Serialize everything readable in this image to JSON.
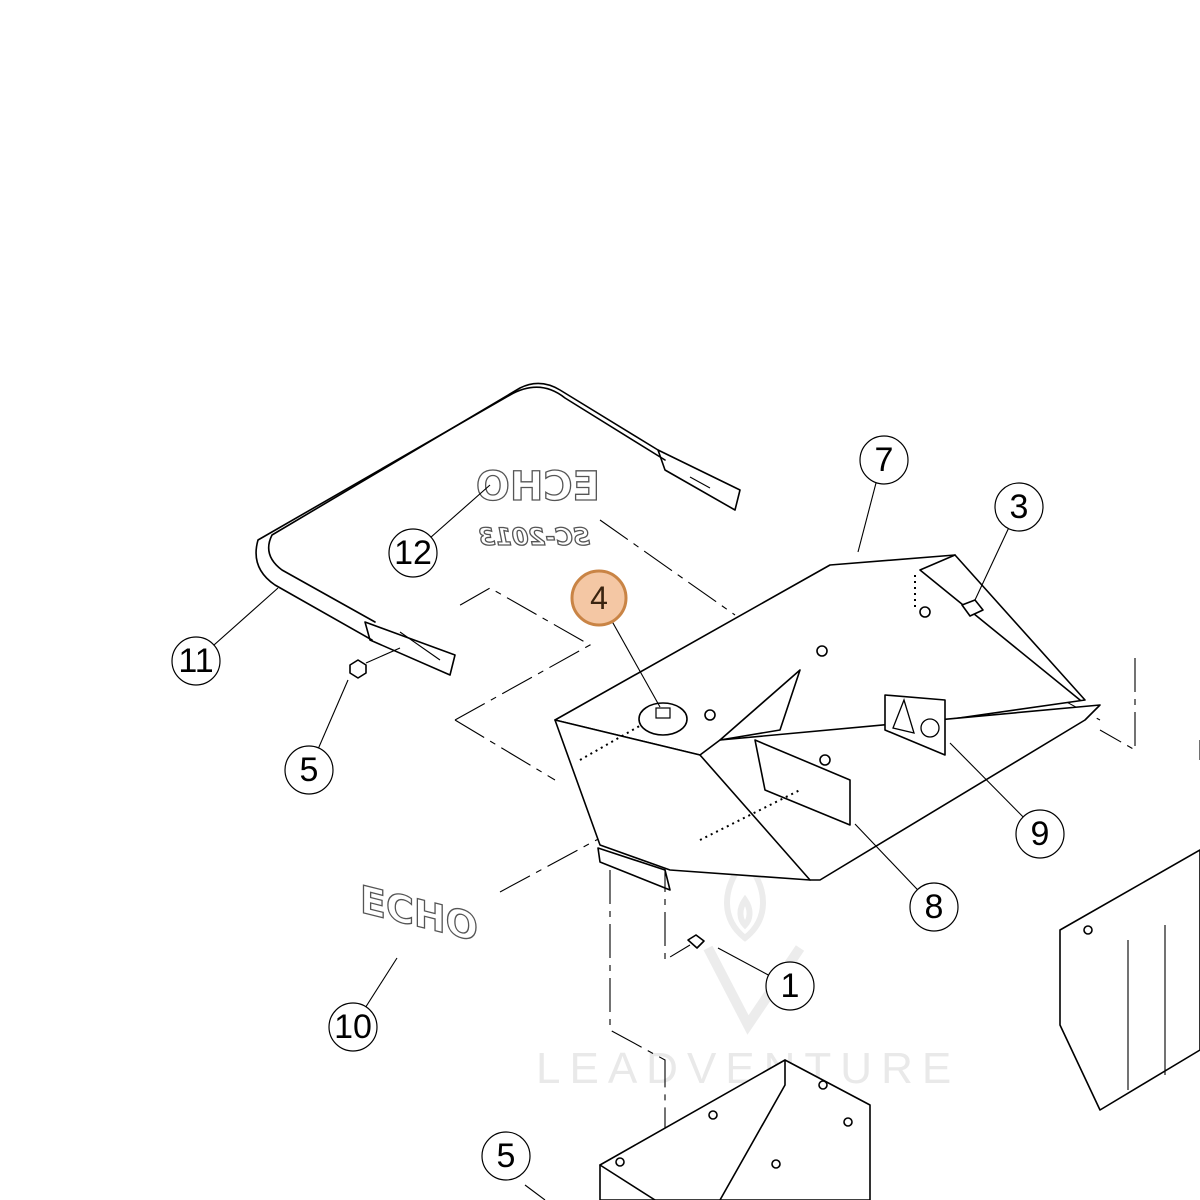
{
  "callouts": [
    {
      "id": "c1",
      "label": "1"
    },
    {
      "id": "c3",
      "label": "3"
    },
    {
      "id": "c4",
      "label": "4",
      "highlighted": true
    },
    {
      "id": "c5a",
      "label": "5"
    },
    {
      "id": "c5b",
      "label": "5"
    },
    {
      "id": "c7",
      "label": "7"
    },
    {
      "id": "c8",
      "label": "8"
    },
    {
      "id": "c9",
      "label": "9"
    },
    {
      "id": "c10",
      "label": "10"
    },
    {
      "id": "c11",
      "label": "11"
    },
    {
      "id": "c12",
      "label": "12"
    }
  ],
  "decals": {
    "logo_front": "ECHO",
    "logo_mirrored": "ECHO",
    "model_mirrored": "SC-2013"
  },
  "watermark": {
    "text": "LEADVENTURE"
  },
  "colors": {
    "highlight_fill": "#f4c7a4",
    "highlight_stroke": "#c98445",
    "line": "#000000",
    "watermark": "#e9e9e9"
  }
}
